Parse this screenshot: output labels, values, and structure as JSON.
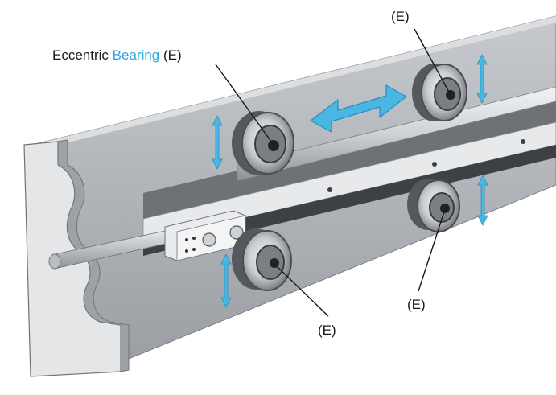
{
  "labels": {
    "top_left_prefix": "Eccentric",
    "top_left_accent": "Bearing",
    "top_left_suffix": "(E)",
    "top_right": "(E)",
    "bottom_right": "(E)",
    "bottom_center": "(E)"
  },
  "colors": {
    "accent": "#2aa7dd",
    "arrow": "#49b6e3",
    "plate": "#a9adb2",
    "rail": "#d6d9dc",
    "bearing_dark": "#4a4d51"
  },
  "icons": {
    "double_arrow": "horizontal-double-arrow",
    "vertical_arrows": "vertical-adjust-arrow"
  }
}
